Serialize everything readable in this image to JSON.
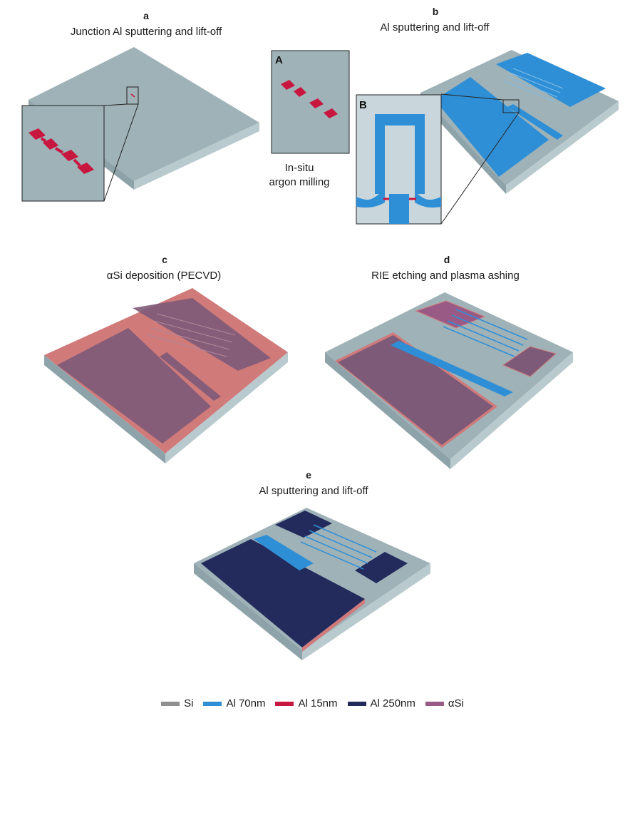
{
  "panels": {
    "a": {
      "letter": "a",
      "title": "Junction Al sputtering and lift-off"
    },
    "b": {
      "letter": "b",
      "title": "Al sputtering and lift-off",
      "inset_a": "A",
      "inset_b": "B",
      "note_line1": "In-situ",
      "note_line2": "argon milling"
    },
    "c": {
      "letter": "c",
      "title": "αSi deposition (PECVD)"
    },
    "d": {
      "letter": "d",
      "title": "RIE etching and plasma ashing"
    },
    "e": {
      "letter": "e",
      "title": "Al sputtering and lift-off"
    }
  },
  "legend": [
    {
      "label": "Si",
      "color": "#8f8f8f"
    },
    {
      "label": "Al 70nm",
      "color": "#2f8fd6"
    },
    {
      "label": "Al 15nm",
      "color": "#c8173f"
    },
    {
      "label": "Al 250nm",
      "color": "#232a5c"
    },
    {
      "label": "αSi",
      "color": "#9a5a86"
    }
  ],
  "colors": {
    "si_top": "#9eb2b8",
    "si_side": "#b9cacf",
    "si_front": "#8ea3a9",
    "al70": "#2f8fd6",
    "al15": "#c8173f",
    "al250": "#232a5c",
    "asi": "#7d5a78",
    "asi_pink": "#d07a7a"
  }
}
